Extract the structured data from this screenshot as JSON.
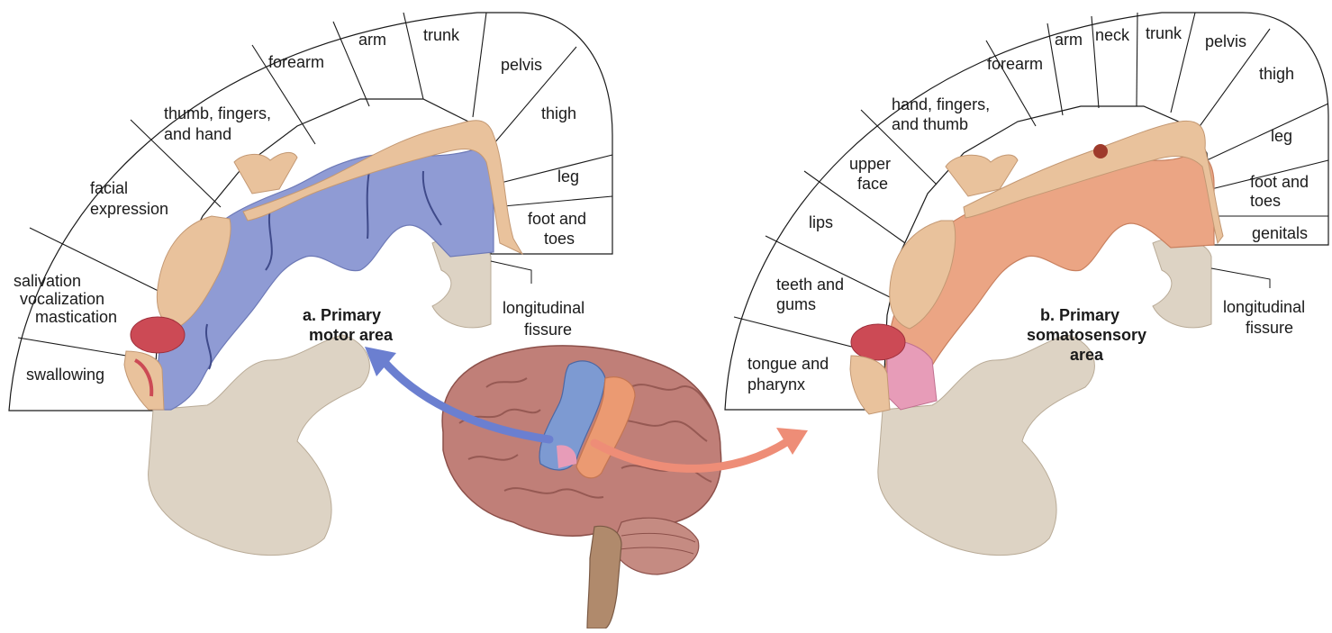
{
  "motor": {
    "regions": [
      "swallowing",
      "salivation",
      "vocalization",
      "mastication",
      "facial",
      "expression",
      "thumb, fingers,",
      "and hand",
      "forearm",
      "arm",
      "trunk",
      "pelvis",
      "thigh",
      "leg",
      "foot and",
      "toes"
    ],
    "fissure": [
      "longitudinal",
      "fissure"
    ],
    "caption": [
      "a. Primary",
      "motor area"
    ]
  },
  "sensory": {
    "regions": [
      "tongue and",
      "pharynx",
      "teeth and",
      "gums",
      "lips",
      "upper",
      "face",
      "hand, fingers,",
      "and thumb",
      "forearm",
      "arm",
      "neck",
      "trunk",
      "pelvis",
      "thigh",
      "leg",
      "foot and",
      "toes",
      "genitals"
    ],
    "fissure": [
      "longitudinal",
      "fissure"
    ],
    "caption": [
      "b. Primary",
      "somatosensory",
      "area"
    ]
  },
  "colors": {
    "motor_cortex": "#8f9bd4",
    "sensory_cortex": "#eba584",
    "brain": "#c07f78",
    "white_matter": "#ddd3c4",
    "skin": "#e9c29c",
    "tongue": "#cc4a55",
    "pink_region": "#e79cb8",
    "motor_arrow": "#6b7fd0",
    "sensory_arrow": "#ee8d77"
  }
}
